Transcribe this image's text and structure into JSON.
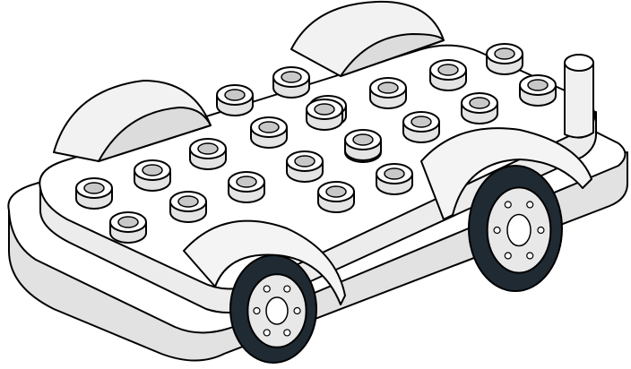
{
  "illustration": {
    "subject_icon": "toy-car-base-icon",
    "parts": [
      "base-plate",
      "top-deck",
      "studs",
      "wheel-arches",
      "wheels",
      "tow-peg"
    ]
  },
  "colors": {
    "body": "#ffffff",
    "shade": "#e4e4e4",
    "dark_shade": "#c8c8c8",
    "outline": "#000000",
    "tire": "#1f2a33",
    "hub": "#e8e8e8"
  }
}
